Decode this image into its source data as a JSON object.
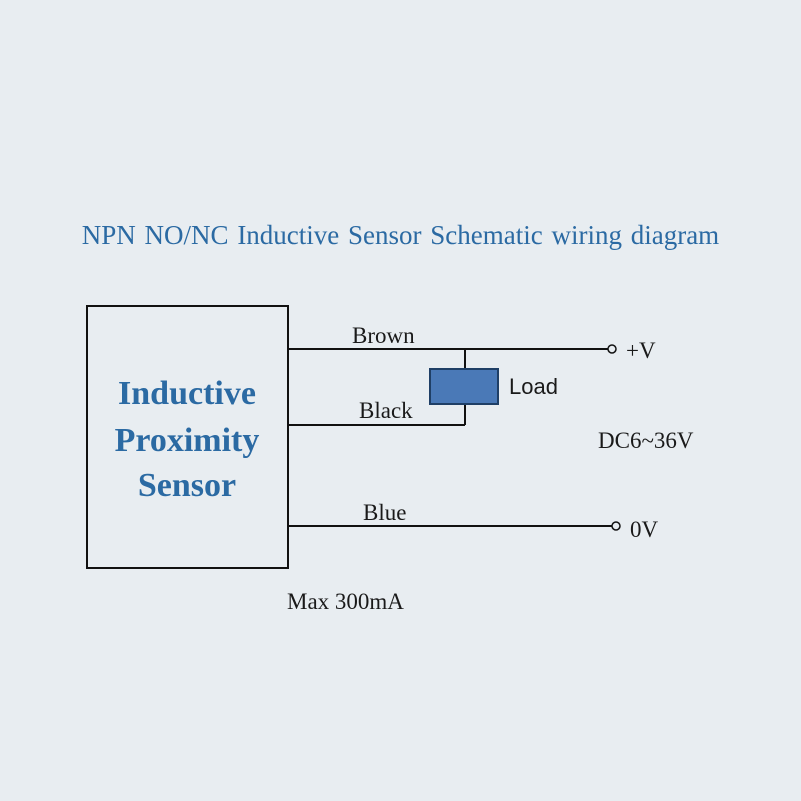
{
  "title": "NPN NO/NC  Inductive Sensor  Schematic  wiring diagram",
  "sensor": {
    "line1": "Inductive",
    "line2": "Proximity",
    "line3": "Sensor"
  },
  "wires": {
    "brown": "Brown",
    "black": "Black",
    "blue": "Blue"
  },
  "load": "Load",
  "terminals": {
    "positive": "+V",
    "zero": "0V"
  },
  "supply": "DC6~36V",
  "max_current": "Max 300mA",
  "colors": {
    "accent": "#2b6aa3",
    "load_fill": "#4a79b7",
    "load_stroke": "#1f3f66",
    "line": "#111111",
    "background": "#e8edf1"
  }
}
